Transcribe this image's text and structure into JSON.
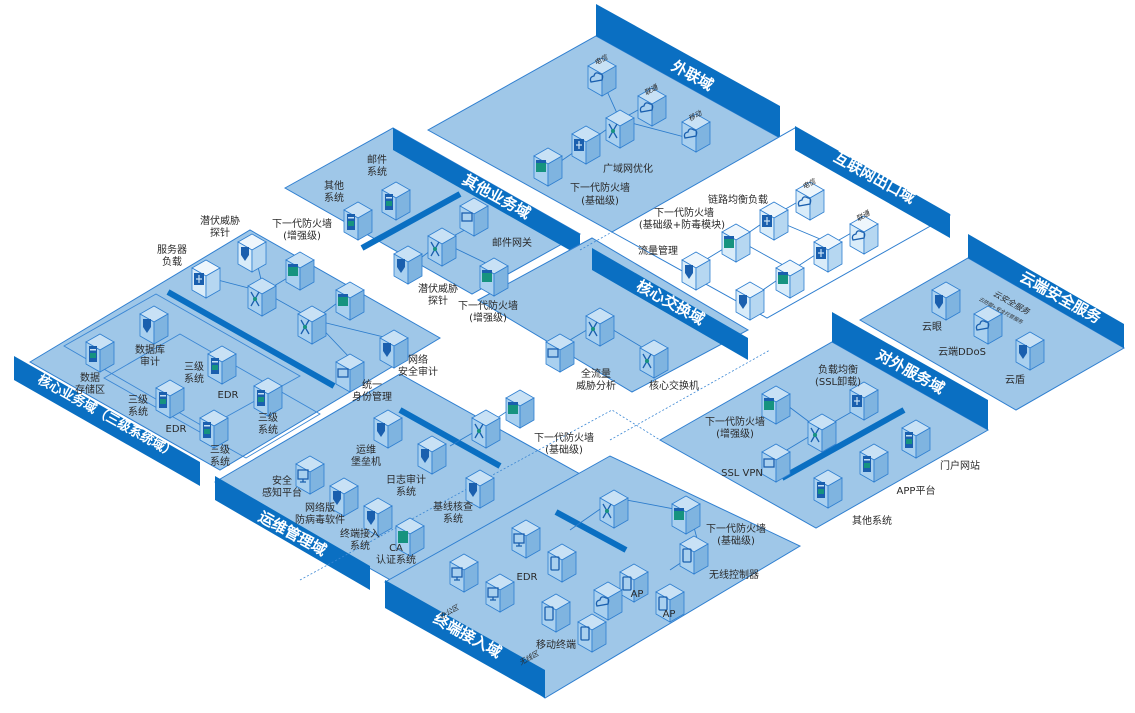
{
  "diagram": {
    "type": "isometric-network-security-architecture",
    "colors": {
      "platform": "#9fc7e8",
      "wall": "#0a6fc2",
      "line": "#2f7fd0",
      "accent_green": "#16937f"
    },
    "domains": {
      "external": {
        "title": "外联域",
        "nodes": {
          "cloud1": "电信",
          "cloud2": "联通",
          "cloud3": "移动",
          "wan_opt": "广域网优化",
          "fw_line1": "下一代防火墙",
          "fw_line2": "(基础级)"
        }
      },
      "internet_exit": {
        "title": "互联网出口域",
        "nodes": {
          "llb": "链路均衡负载",
          "fw_line1": "下一代防火墙",
          "fw_line2": "(基础级+防毒模块)",
          "traffic": "流量管理",
          "cloud1": "电信",
          "cloud2": "联通"
        }
      },
      "cloud_security": {
        "title": "云端安全服务",
        "nodes": {
          "eye": "云眼",
          "ddos": "云端DDoS",
          "shield": "云盾",
          "svc_line1": "云安全服务",
          "svc_line2": "云防御+安全托管服务"
        }
      },
      "other_business": {
        "title": "其他业务域",
        "nodes": {
          "mail_line1": "邮件",
          "mail_line2": "系统",
          "other_line1": "其他",
          "other_line2": "系统",
          "mail_gw": "邮件网关",
          "apt_line1": "潜伏威胁",
          "apt_line2": "探针",
          "fw_line1": "下一代防火墙",
          "fw_line2": "(增强级)"
        }
      },
      "core_switch": {
        "title": "核心交换域",
        "nodes": {
          "sta_line1": "全流量",
          "sta_line2": "威胁分析",
          "core": "核心交换机"
        }
      },
      "public_service": {
        "title": "对外服务域",
        "nodes": {
          "lb_line1": "负载均衡",
          "lb_line2": "(SSL卸载)",
          "fw_line1": "下一代防火墙",
          "fw_line2": "(增强级)",
          "vpn": "SSL VPN",
          "portal": "门户网站",
          "app": "APP平台",
          "other": "其他系统"
        }
      },
      "core_business": {
        "title": "核心业务域（三级系统域）",
        "nodes": {
          "slb_line1": "服务器",
          "slb_line2": "负载",
          "apt_line1": "潜伏威胁",
          "apt_line2": "探针",
          "fw_line1": "下一代防火墙",
          "fw_line2": "(增强级)",
          "dbaudit_line1": "数据库",
          "dbaudit_line2": "审计",
          "storage_line1": "数据",
          "storage_line2": "存储区",
          "sys_line1": "三级",
          "sys_line2": "系统",
          "edr": "EDR",
          "audit_line1": "网络",
          "audit_line2": "安全审计",
          "iam_line1": "统一",
          "iam_line2": "身份管理"
        }
      },
      "ops": {
        "title": "运维管理域",
        "nodes": {
          "bastion_line1": "运维",
          "bastion_line2": "堡垒机",
          "log_line1": "日志审计",
          "log_line2": "系统",
          "baseline_line1": "基线核查",
          "baseline_line2": "系统",
          "sip_line1": "安全",
          "sip_line2": "感知平台",
          "av_line1": "网络版",
          "av_line2": "防病毒软件",
          "nac_line1": "终端接入",
          "nac_line2": "系统",
          "ca_line1": "CA",
          "ca_line2": "认证系统",
          "fw_line1": "下一代防火墙",
          "fw_line2": "(基础级)"
        }
      },
      "endpoint": {
        "title": "终端接入域",
        "nodes": {
          "office": "办公区",
          "wireless": "无线区",
          "edr": "EDR",
          "mobile": "移动终端",
          "ap": "AP",
          "wac": "无线控制器",
          "fw_line1": "下一代防火墙",
          "fw_line2": "(基础级)"
        }
      }
    }
  }
}
